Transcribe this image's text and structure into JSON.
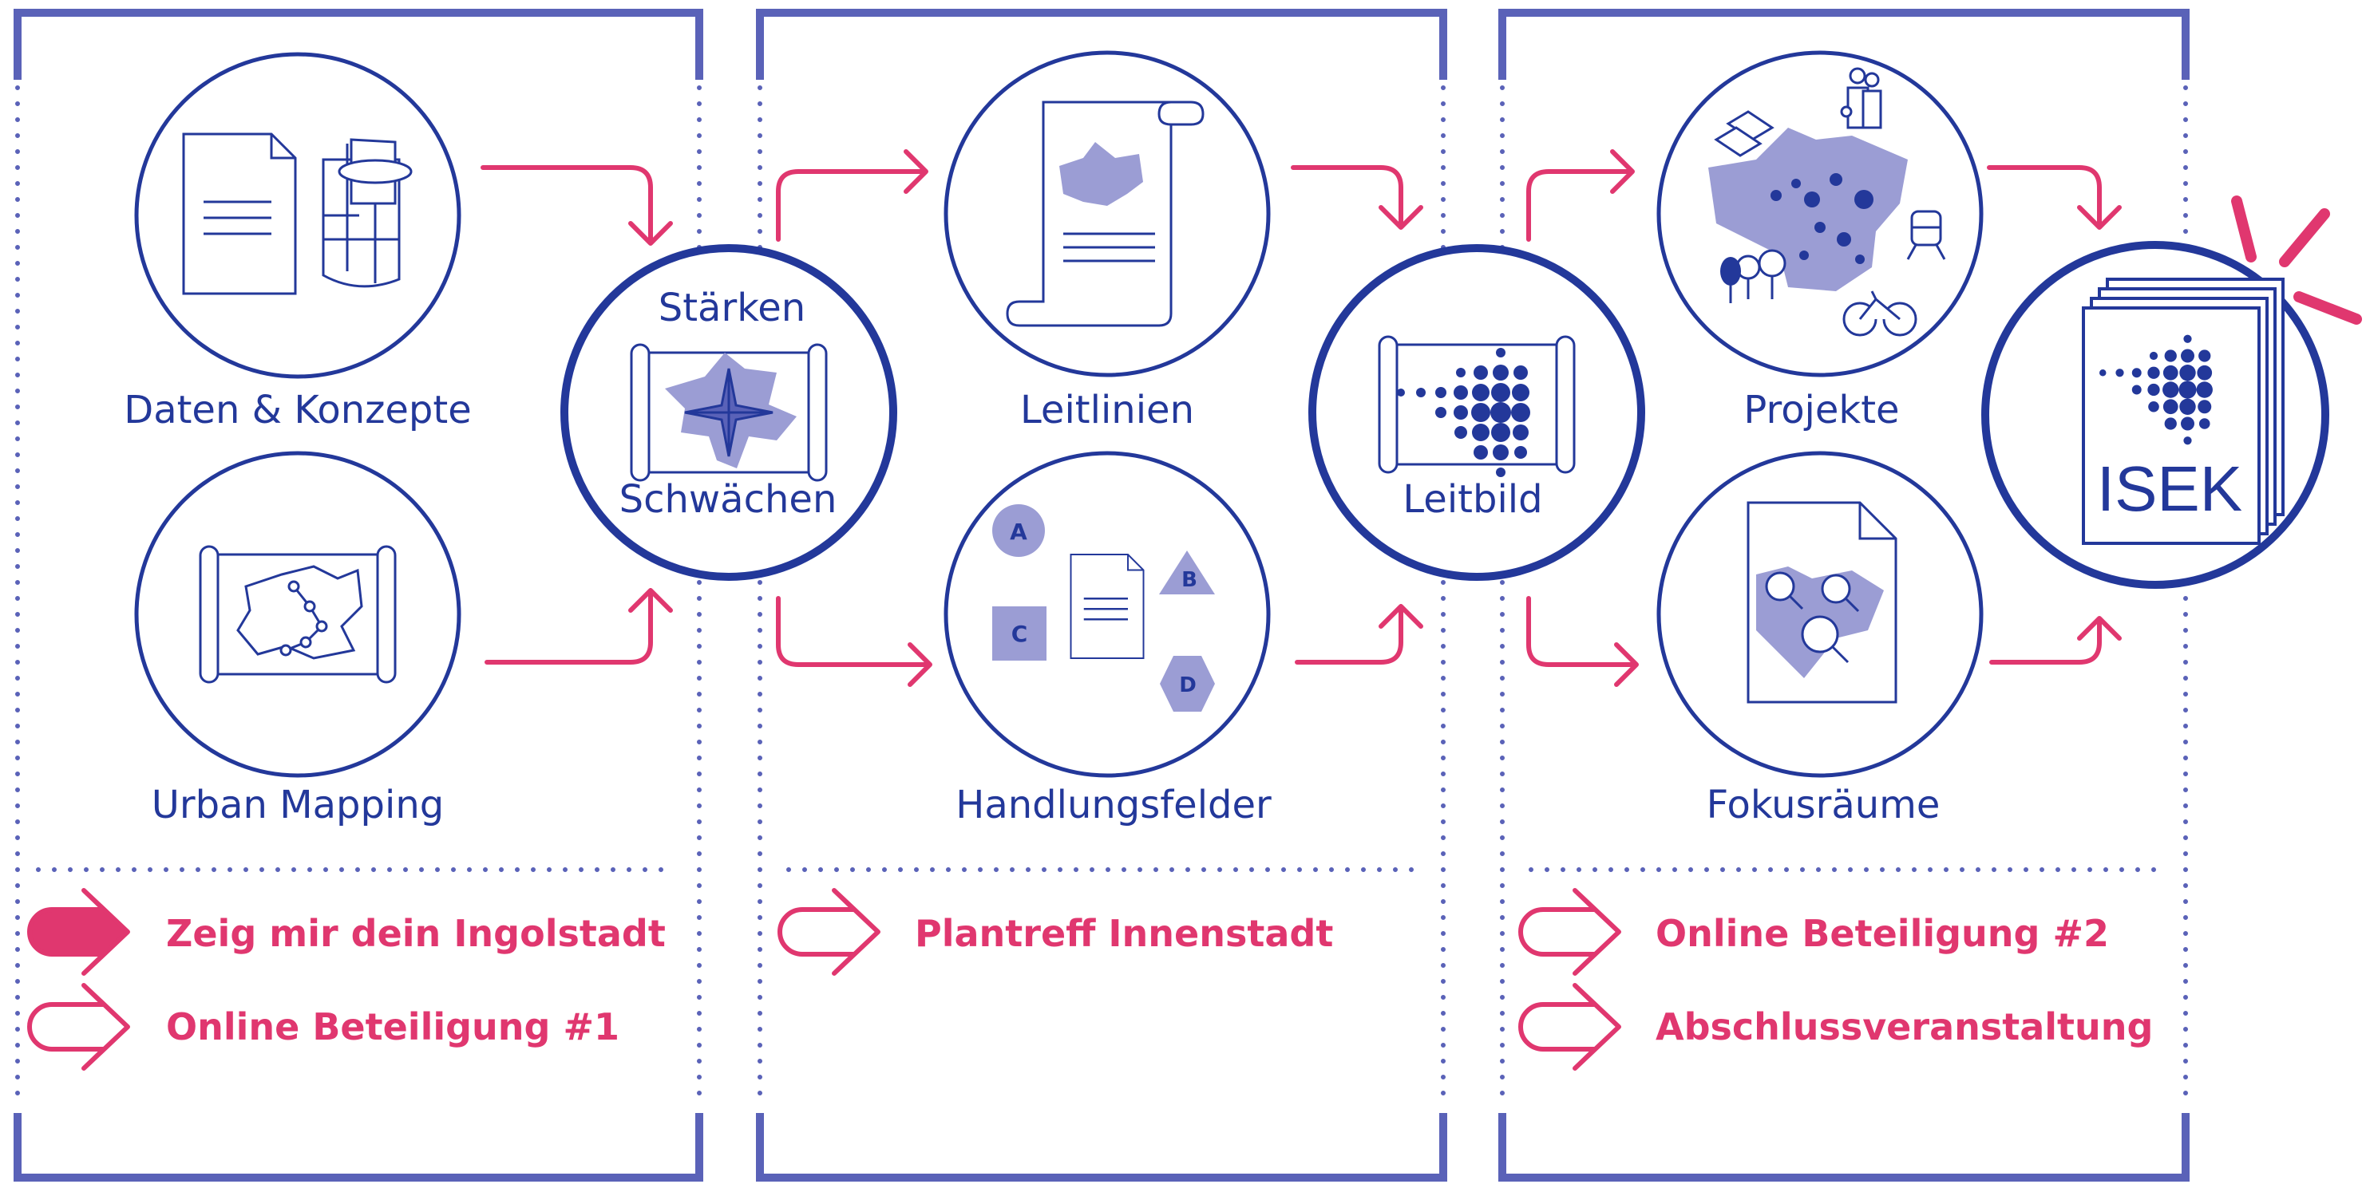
{
  "steps": {
    "daten": "Daten & Konzepte",
    "mapping": "Urban Mapping",
    "staerken": "Stärken",
    "schwaechen": "Schwächen",
    "leitlinien": "Leitlinien",
    "handlungsfelder": "Handlungsfelder",
    "leitbild": "Leitbild",
    "projekte": "Projekte",
    "fokusraeume": "Fokusräume",
    "isek": "ISEK"
  },
  "fields": {
    "a": "A",
    "b": "B",
    "c": "C",
    "d": "D"
  },
  "participation": {
    "phase1": [
      "Zeig mir dein Ingolstadt",
      "Online Beteiligung #1"
    ],
    "phase2": [
      "Plantreff Innenstadt"
    ],
    "phase3": [
      "Online Beteiligung #2",
      "Abschlussveranstaltung"
    ]
  },
  "colors": {
    "frame": "#5a62b8",
    "navy": "#23389a",
    "pink": "#e0376f",
    "fill": "#9b9dd4"
  }
}
